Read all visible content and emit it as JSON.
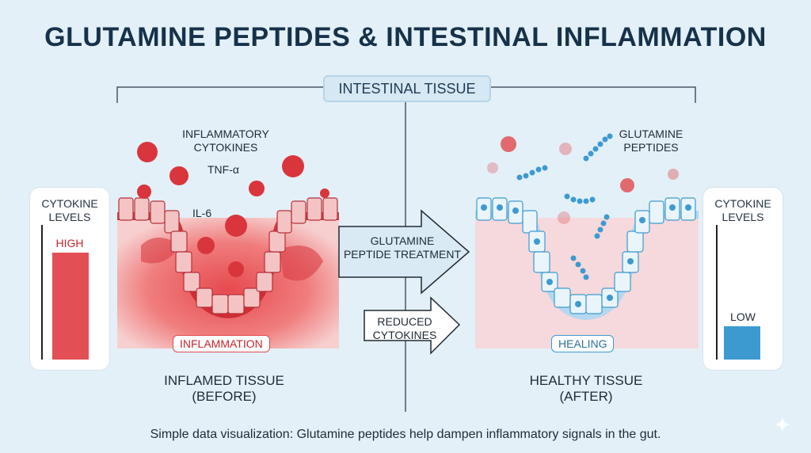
{
  "title": "GLUTAMINE PEPTIDES & INTESTINAL INFLAMMATION",
  "section_label": "INTESTINAL TISSUE",
  "left_panel": {
    "cytokine_box": {
      "title_line1": "CYTOKINE",
      "title_line2": "LEVELS",
      "bar_label": "HIGH",
      "bar_color": "#e0474c",
      "level": 0.9
    },
    "labels": {
      "cytokines_line1": "INFLAMMATORY",
      "cytokines_line2": "CYTOKINES",
      "tnf": "TNF-α",
      "il6": "IL-6"
    },
    "badge": "INFLAMMATION",
    "caption_line1": "INFLAMED TISSUE",
    "caption_line2": "(BEFORE)"
  },
  "right_panel": {
    "cytokine_box": {
      "title_line1": "CYTOKINE",
      "title_line2": "LEVELS",
      "bar_label": "LOW",
      "bar_color": "#3d9ad1",
      "level": 0.28
    },
    "labels": {
      "peptides_line1": "GLUTAMINE",
      "peptides_line2": "PEPTIDES"
    },
    "badge": "HEALING",
    "caption_line1": "HEALTHY TISSUE",
    "caption_line2": "(AFTER)"
  },
  "arrows": {
    "treatment_line1": "GLUTAMINE",
    "treatment_line2": "PEPTIDE TREATMENT",
    "reduced_line1": "REDUCED",
    "reduced_line2": "CYTOKINES"
  },
  "footer": "Simple data visualization: Glutamine peptides help dampen inflammatory signals in the gut.",
  "colors": {
    "inflamed": "#e0474c",
    "healthy": "#3d9ad1",
    "background": "#e3f0f8"
  }
}
